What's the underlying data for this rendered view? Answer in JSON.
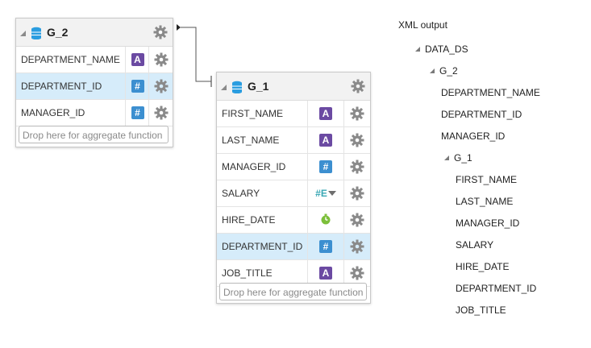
{
  "groups": {
    "g2": {
      "name": "G_2",
      "columns": [
        {
          "name": "DEPARTMENT_NAME",
          "type": "A",
          "selected": false
        },
        {
          "name": "DEPARTMENT_ID",
          "type": "#",
          "selected": true
        },
        {
          "name": "MANAGER_ID",
          "type": "#",
          "selected": false
        }
      ],
      "drop_placeholder": "Drop here for aggregate function"
    },
    "g1": {
      "name": "G_1",
      "columns": [
        {
          "name": "FIRST_NAME",
          "type": "A",
          "selected": false
        },
        {
          "name": "LAST_NAME",
          "type": "A",
          "selected": false
        },
        {
          "name": "MANAGER_ID",
          "type": "#",
          "selected": false
        },
        {
          "name": "SALARY",
          "type": "#E",
          "selected": false
        },
        {
          "name": "HIRE_DATE",
          "type": "date",
          "selected": false
        },
        {
          "name": "DEPARTMENT_ID",
          "type": "#",
          "selected": true
        },
        {
          "name": "JOB_TITLE",
          "type": "A",
          "selected": false
        }
      ],
      "drop_placeholder": "Drop here for aggregate function"
    }
  },
  "xml_output": {
    "title": "XML output",
    "root": "DATA_DS",
    "g2": "G_2",
    "g2_fields": [
      "DEPARTMENT_NAME",
      "DEPARTMENT_ID",
      "MANAGER_ID"
    ],
    "g1": "G_1",
    "g1_fields": [
      "FIRST_NAME",
      "LAST_NAME",
      "MANAGER_ID",
      "SALARY",
      "HIRE_DATE",
      "DEPARTMENT_ID",
      "JOB_TITLE"
    ]
  },
  "colors": {
    "accent_selected": "#d6ecfa",
    "type_alpha": "#6b4aa2",
    "type_number": "#3c8fd0",
    "db_icon": "#2a9de0"
  }
}
